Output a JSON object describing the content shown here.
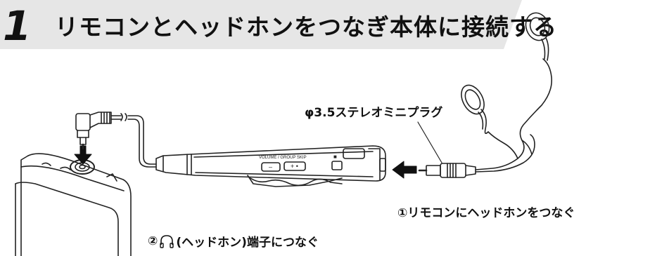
{
  "step": {
    "number": "1",
    "title": "リモコンとヘッドホンをつなぎ本体に接続する"
  },
  "labels": {
    "plug": "φ3.5ステレオミニプラグ",
    "step1": "①リモコンにヘッドホンをつなぐ",
    "step2_prefix": "②",
    "step2_suffix": "(ヘッドホン)端子につなぐ"
  },
  "remote": {
    "volume_group_skip": "VOLUME / GROUP SKIP",
    "minus": "–",
    "plus": "+ •",
    "stop": "■"
  },
  "icons": {
    "header_phones": "headphones-icon",
    "arrow_left": "arrow-left-icon",
    "arrow_down": "arrow-down-icon"
  },
  "colors": {
    "header_band": "#e6e6e6",
    "line": "#222222",
    "text": "#111111"
  }
}
